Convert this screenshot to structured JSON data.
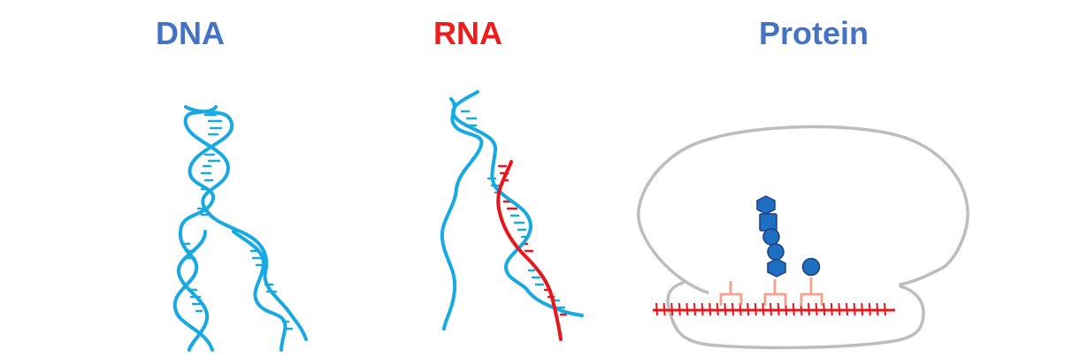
{
  "labels": {
    "dna": "DNA",
    "rna": "RNA",
    "protein": "Protein"
  },
  "colors": {
    "dna_label": "#4472c4",
    "rna_label": "#ee1c1c",
    "protein_label": "#4472c4",
    "dna_strand": "#17a9e1",
    "rna_strand": "#e8151b",
    "ribosome_outline": "#bdbdbd",
    "trna": "#f4a08a",
    "amino_acid": "#1f6fc0",
    "amino_acid_outline": "#1b3f86"
  },
  "icons": {
    "dna": "double-helix-icon",
    "rna": "transcription-bubble-icon",
    "protein": "ribosome-translation-icon"
  }
}
